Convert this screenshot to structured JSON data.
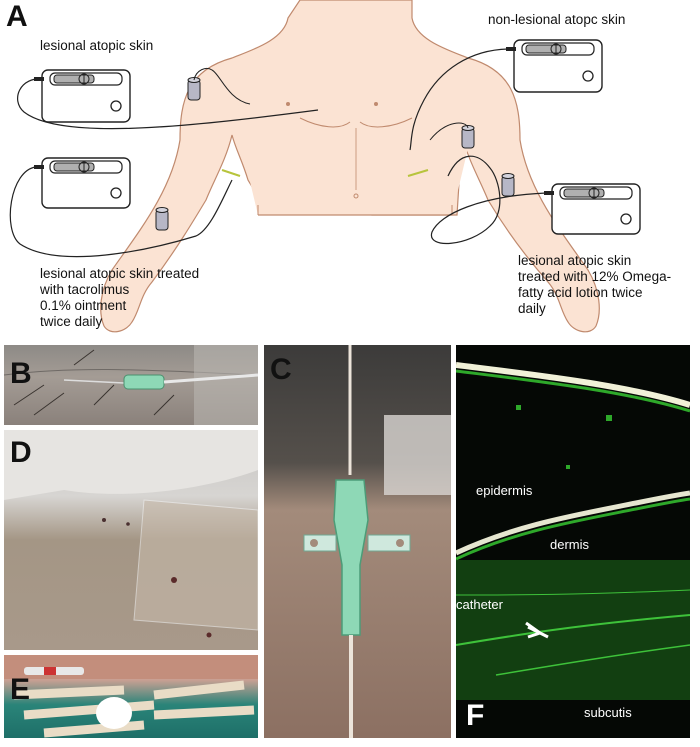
{
  "panel_labels": {
    "a": "A",
    "b": "B",
    "c": "C",
    "d": "D",
    "e": "E",
    "f": "F"
  },
  "panel_a": {
    "label_top_left": "lesional atopic skin",
    "label_top_right": "non-lesional atopc skin",
    "label_bottom_left": [
      "lesional atopic skin treated",
      "with tacrolimus",
      "0.1% ointment",
      "twice daily"
    ],
    "label_bottom_right": [
      "lesional atopic skin",
      "treated with 12% Omega-",
      "fatty acid lotion twice",
      "daily"
    ]
  },
  "panel_f": {
    "labels": {
      "epidermis": "epidermis",
      "dermis": "dermis",
      "catheter": "catheter",
      "subcutis": "subcutis"
    }
  },
  "colors": {
    "skin_fill": "#fbe3d3",
    "skin_outline": "#c08a6e",
    "device_outline": "#222222",
    "tube_fill": "#b7b7c6",
    "ultrasound_bg": "#050805",
    "ultrasound_green": "#2ea82a",
    "needle_hub_green": "#8ed8b6",
    "arrow": "#ffffff"
  }
}
